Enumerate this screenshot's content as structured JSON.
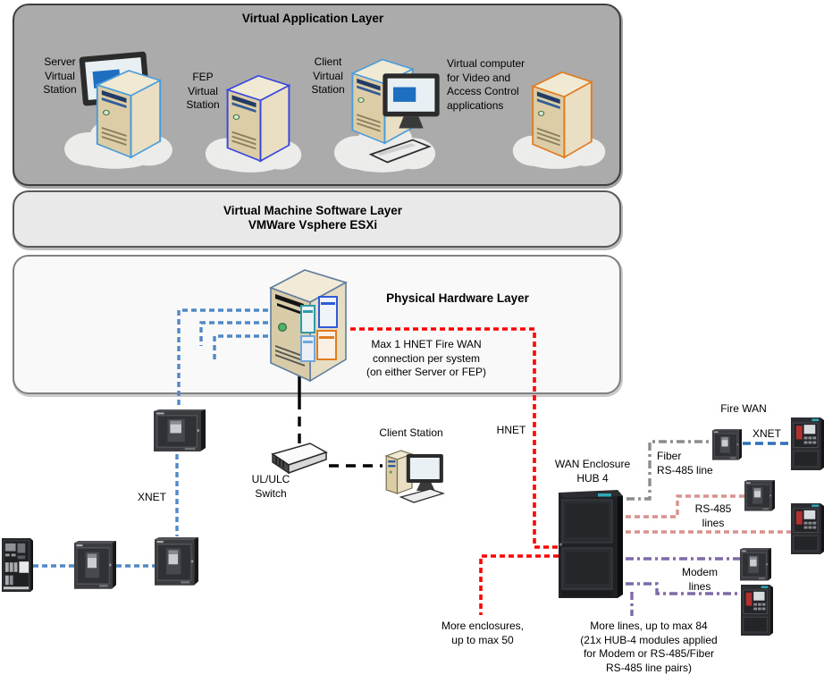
{
  "colors": {
    "xnet_line": "#5189C6",
    "xnet_line_strong": "#2E6FB8",
    "hnet_line": "#FF0000",
    "ethernet_line": "#000000",
    "fiber_line": "#8C8C8C",
    "rs485_line": "#D9918D",
    "modem_line": "#7D6BA8",
    "virtual_app_layer_bg": "#ABABAB",
    "vm_layer_bg": "#E9E9E9",
    "physical_layer_bg": "#F9F9F9",
    "enclosure_logo_teal": "#2FA8B5"
  },
  "virtual_app_layer": {
    "title": "Virtual Application Layer",
    "stations": [
      {
        "label": "Server\nVirtual\nStation"
      },
      {
        "label": "FEP\nVirtual\nStation"
      },
      {
        "label": "Client\nVirtual\nStation"
      },
      {
        "label": "Virtual computer\nfor Video and\nAccess Control\napplications"
      }
    ]
  },
  "vm_layer": {
    "title": "Virtual Machine Software Layer\nVMWare Vsphere ESXi"
  },
  "physical_layer": {
    "title": "Physical Hardware Layer",
    "hnet_note": "Max 1 HNET Fire WAN\nconnection per system\n(on either Server or FEP)"
  },
  "network": {
    "xnet_left_label": "XNET",
    "hnet_label": "HNET",
    "switch_label": "UL/ULC\nSwitch",
    "client_station_label": "Client Station",
    "wan_enclosure_label": "WAN Enclosure\nHUB 4",
    "fire_wan_label": "Fire WAN",
    "xnet_right_label": "XNET",
    "fiber_label": "Fiber\nRS-485 line",
    "rs485_label": "RS-485\nlines",
    "modem_label": "Modem\nlines",
    "more_enclosures_note": "More enclosures,\nup to max 50",
    "more_lines_note": "More lines, up to max 84\n(21x HUB-4 modules applied\nfor Modem or RS-485/Fiber\nRS-485 line pairs)"
  }
}
